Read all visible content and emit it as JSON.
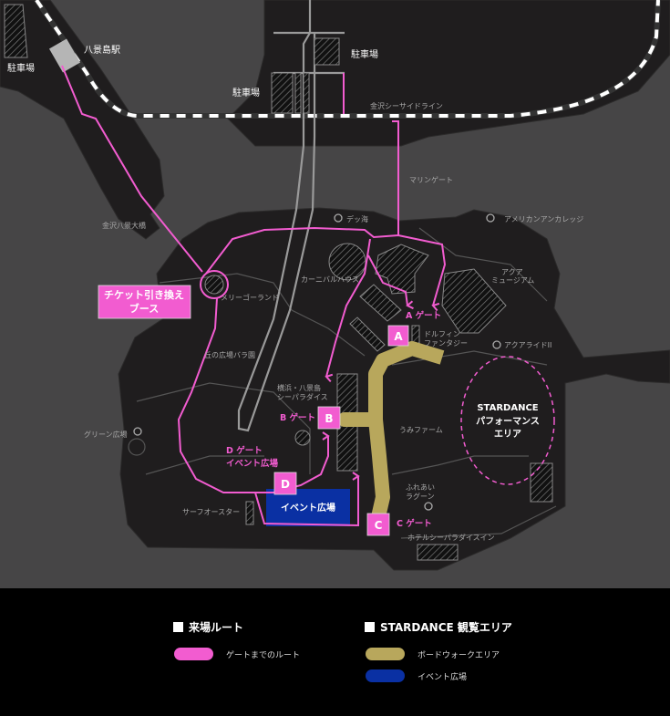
{
  "colors": {
    "sea": "#464546",
    "land": "#1f1d1e",
    "route": "#f25cd0",
    "boardwalk": "#b8a75c",
    "event": "#0a30a3"
  },
  "labels": {
    "station": "八景島駅",
    "parking_left": "駐車場",
    "parking_center": "駐車場",
    "parking_right": "駐車場",
    "seaside_line": "金沢シーサイドライン",
    "marine_gate": "マリンゲート",
    "bridge": "金沢八景大橋",
    "deep_sea": "デッ海",
    "american": "アメリカンアンカレッジ",
    "carnival": "カーニバルハウス",
    "merry": "メリーゴーランド",
    "aqua_museum_1": "アクア",
    "aqua_museum_2": "ミュージアム",
    "dolphin_1": "ドルフィン",
    "dolphin_2": "ファンタジー",
    "aqua_ride": "アクアライドII",
    "rose_garden": "丘の広場バラ園",
    "paradise_1": "横浜・八景島",
    "paradise_2": "シーパラダイス",
    "umi_farm": "うみファーム",
    "green": "グリーン広場",
    "fureai_1": "ふれあい",
    "fureai_2": "ラグーン",
    "hotel": "ホテルシーパラダイスイン",
    "surf": "サーフオースター",
    "stardance_1": "STARDANCE",
    "stardance_2": "パフォーマンス",
    "stardance_3": "エリア"
  },
  "ticket_booth": {
    "line1": "チケット引き換え",
    "line2": "ブース"
  },
  "gates": {
    "a": {
      "letter": "A",
      "label": "A ゲート"
    },
    "b": {
      "letter": "B",
      "label": "B ゲート"
    },
    "c": {
      "letter": "C",
      "label": "C ゲート"
    },
    "d": {
      "letter": "D",
      "label1": "D ゲート",
      "label2": "イベント広場"
    }
  },
  "event_plaza": "イベント広場",
  "legend": {
    "route_heading": "来場ルート",
    "route_item": "ゲートまでのルート",
    "area_heading": "STARDANCE 観覧エリア",
    "boardwalk_item": "ボードウォークエリア",
    "event_item": "イベント広場"
  }
}
